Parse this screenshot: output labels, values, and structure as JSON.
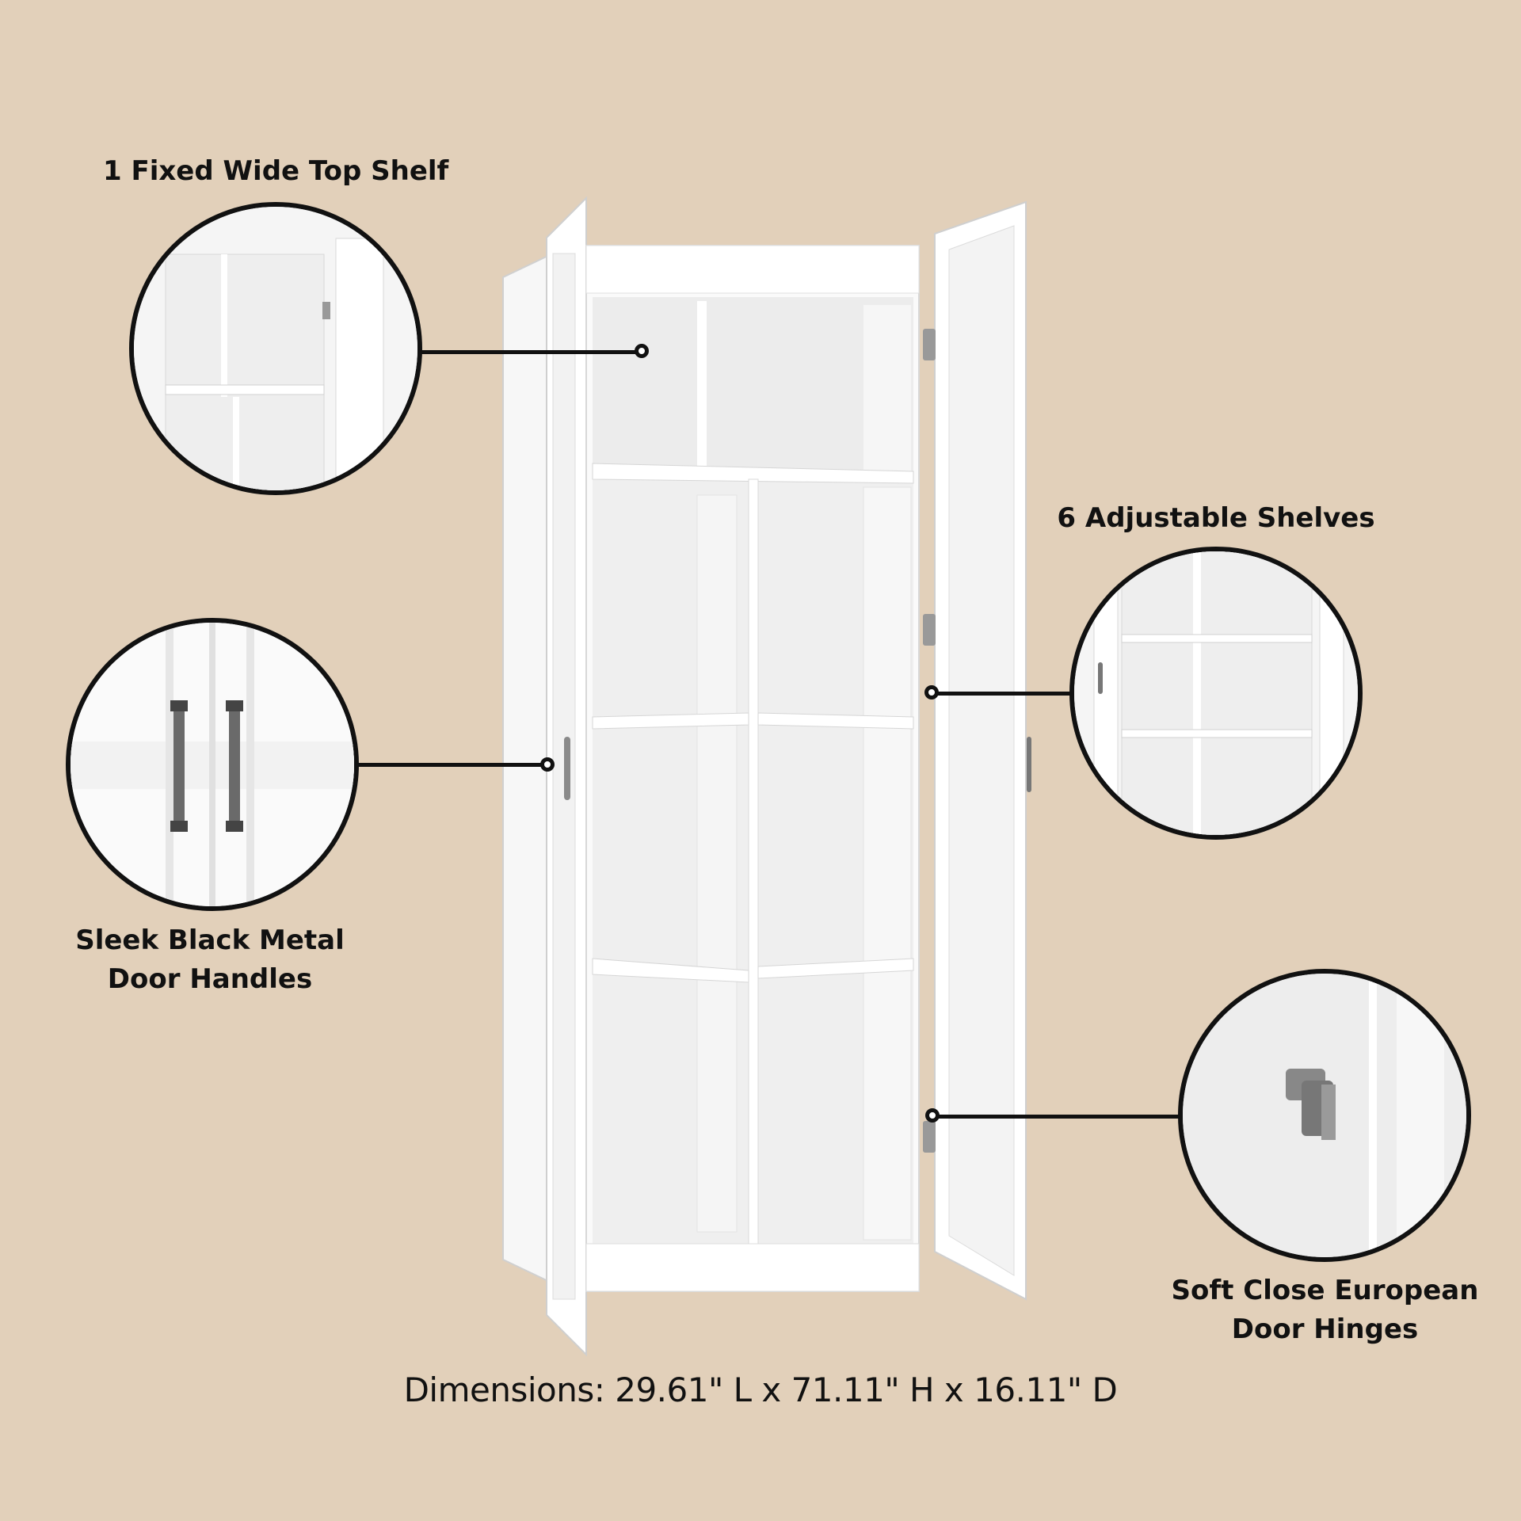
{
  "callouts": {
    "top_shelf": "1 Fixed Wide Top Shelf",
    "adjustable": "6 Adjustable Shelves",
    "handles_line1": "Sleek Black Metal",
    "handles_line2": "Door Handles",
    "hinges_line1": "Soft Close European",
    "hinges_line2": "Door Hinges"
  },
  "dimensions": "Dimensions: 29.61\" L x 71.11\" H x 16.11\" D",
  "colors": {
    "background": "#e2d0ba",
    "cabinet": "#ffffff",
    "outline": "#111111"
  }
}
